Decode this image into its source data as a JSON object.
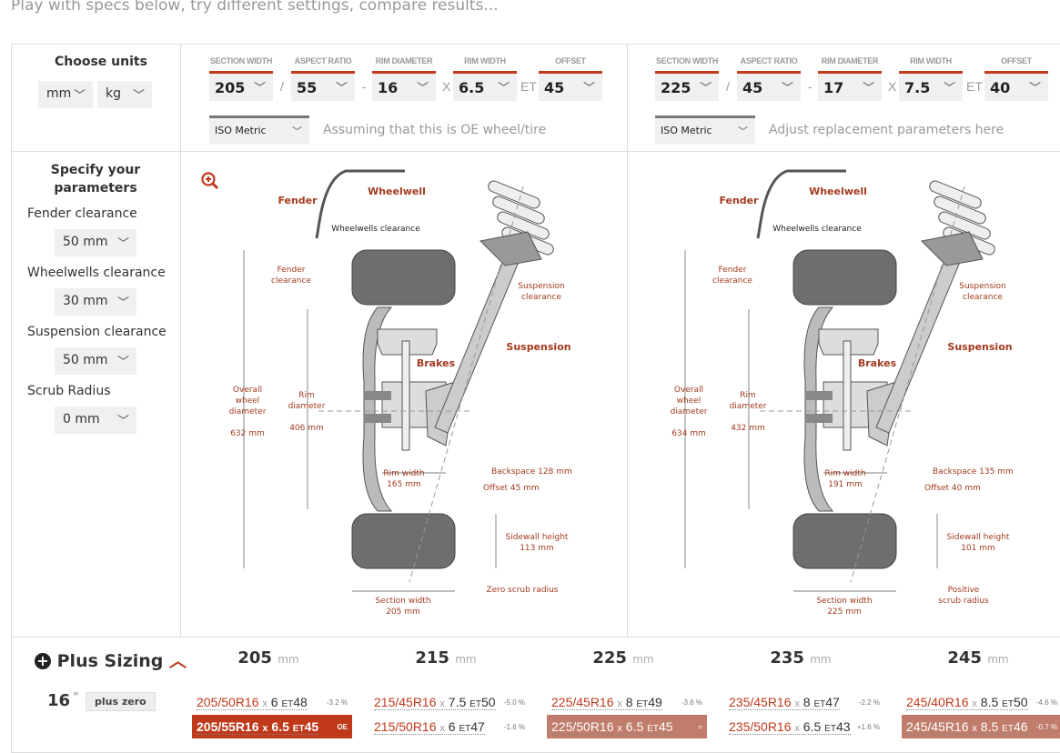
{
  "intro": "Play with specs below, try different settings, compare results...",
  "units": {
    "title": "Choose units",
    "length": "mm",
    "weight": "kg"
  },
  "fields": {
    "section_width": "SECTION WIDTH",
    "aspect_ratio": "ASPECT RATIO",
    "rim_diameter": "RIM DIAMETER",
    "rim_width": "RIM WIDTH",
    "offset": "OFFSET"
  },
  "seps": {
    "slash": "/",
    "dash": "-",
    "x": "X",
    "et": "ET"
  },
  "oe": {
    "section_width": "205",
    "aspect_ratio": "55",
    "rim_diameter": "16",
    "rim_width": "6.5",
    "offset": "45",
    "system": "ISO Metric",
    "hint": "Assuming that this is OE wheel/tire"
  },
  "rep": {
    "section_width": "225",
    "aspect_ratio": "45",
    "rim_diameter": "17",
    "rim_width": "7.5",
    "offset": "40",
    "system": "ISO Metric",
    "hint": "Adjust replacement parameters here"
  },
  "params": {
    "title1": "Specify your",
    "title2": "parameters",
    "fender_label": "Fender clearance",
    "fender": "50 mm",
    "wheelwells_label": "Wheelwells clearance",
    "wheelwells": "30 mm",
    "suspension_label": "Suspension clearance",
    "suspension": "50 mm",
    "scrub_label": "Scrub Radius",
    "scrub": "0 mm"
  },
  "diagram_common": {
    "fender": "Fender",
    "wheelwell": "Wheelwell",
    "wheelwells_clearance": "Wheelwells clearance",
    "fender_clearance1": "Fender",
    "fender_clearance2": "clearance",
    "susp_clearance1": "Suspension",
    "susp_clearance2": "clearance",
    "suspension": "Suspension",
    "brakes": "Brakes",
    "overall1": "Overall",
    "overall2": "wheel",
    "overall3": "diameter",
    "rim1": "Rim",
    "rim2": "diameter",
    "rimw": "Rim width",
    "backspace": "Backspace",
    "offset": "Offset",
    "sidewall": "Sidewall height",
    "section": "Section width"
  },
  "diagram_left": {
    "overall": "632 mm",
    "rim": "406 mm",
    "rimw": "165 mm",
    "backspace": "128 mm",
    "offset": "45 mm",
    "sidewall": "113 mm",
    "scrub1": "Zero scrub radius",
    "scrub2": "",
    "section": "205 mm"
  },
  "diagram_right": {
    "overall": "634 mm",
    "rim": "432 mm",
    "rimw": "191 mm",
    "backspace": "135 mm",
    "offset": "40 mm",
    "sidewall": "101 mm",
    "scrub1": "Positive",
    "scrub2": "scrub radius",
    "section": "225 mm"
  },
  "plus": {
    "title": "Plus Sizing",
    "rim": "16",
    "inch": "\"",
    "button": "plus zero",
    "unit": "mm",
    "widths": [
      "205",
      "215",
      "225",
      "235",
      "245"
    ],
    "rows": [
      [
        {
          "size": "205/50R16",
          "x": "x",
          "w": "6",
          "et": "ET",
          "off": "48",
          "pct": "-3.2 %"
        },
        {
          "size": "215/45R16",
          "x": "x",
          "w": "7.5",
          "et": "ET",
          "off": "50",
          "pct": "-5.0 %"
        },
        {
          "size": "225/45R16",
          "x": "x",
          "w": "8",
          "et": "ET",
          "off": "49",
          "pct": "-3.6 %"
        },
        {
          "size": "235/45R16",
          "x": "x",
          "w": "8",
          "et": "ET",
          "off": "47",
          "pct": "-2.2 %"
        },
        {
          "size": "245/40R16",
          "x": "x",
          "w": "8.5",
          "et": "ET",
          "off": "50",
          "pct": "-4.6 %"
        }
      ],
      [
        {
          "size": "205/55R16",
          "x": "x",
          "w": "6.5",
          "et": "ET",
          "off": "45",
          "pct": "OE"
        },
        {
          "size": "215/50R16",
          "x": "x",
          "w": "6",
          "et": "ET",
          "off": "47",
          "pct": "-1.6 %"
        },
        {
          "size": "225/50R16",
          "x": "x",
          "w": "6.5",
          "et": "ET",
          "off": "45",
          "pct": "="
        },
        {
          "size": "235/50R16",
          "x": "x",
          "w": "6.5",
          "et": "ET",
          "off": "43",
          "pct": "+1.6 %"
        },
        {
          "size": "245/45R16",
          "x": "x",
          "w": "8.5",
          "et": "ET",
          "off": "46",
          "pct": "-0.7 %"
        }
      ]
    ]
  },
  "colors": {
    "accent": "#c0391b",
    "muted_accent": "#c07d6c"
  }
}
